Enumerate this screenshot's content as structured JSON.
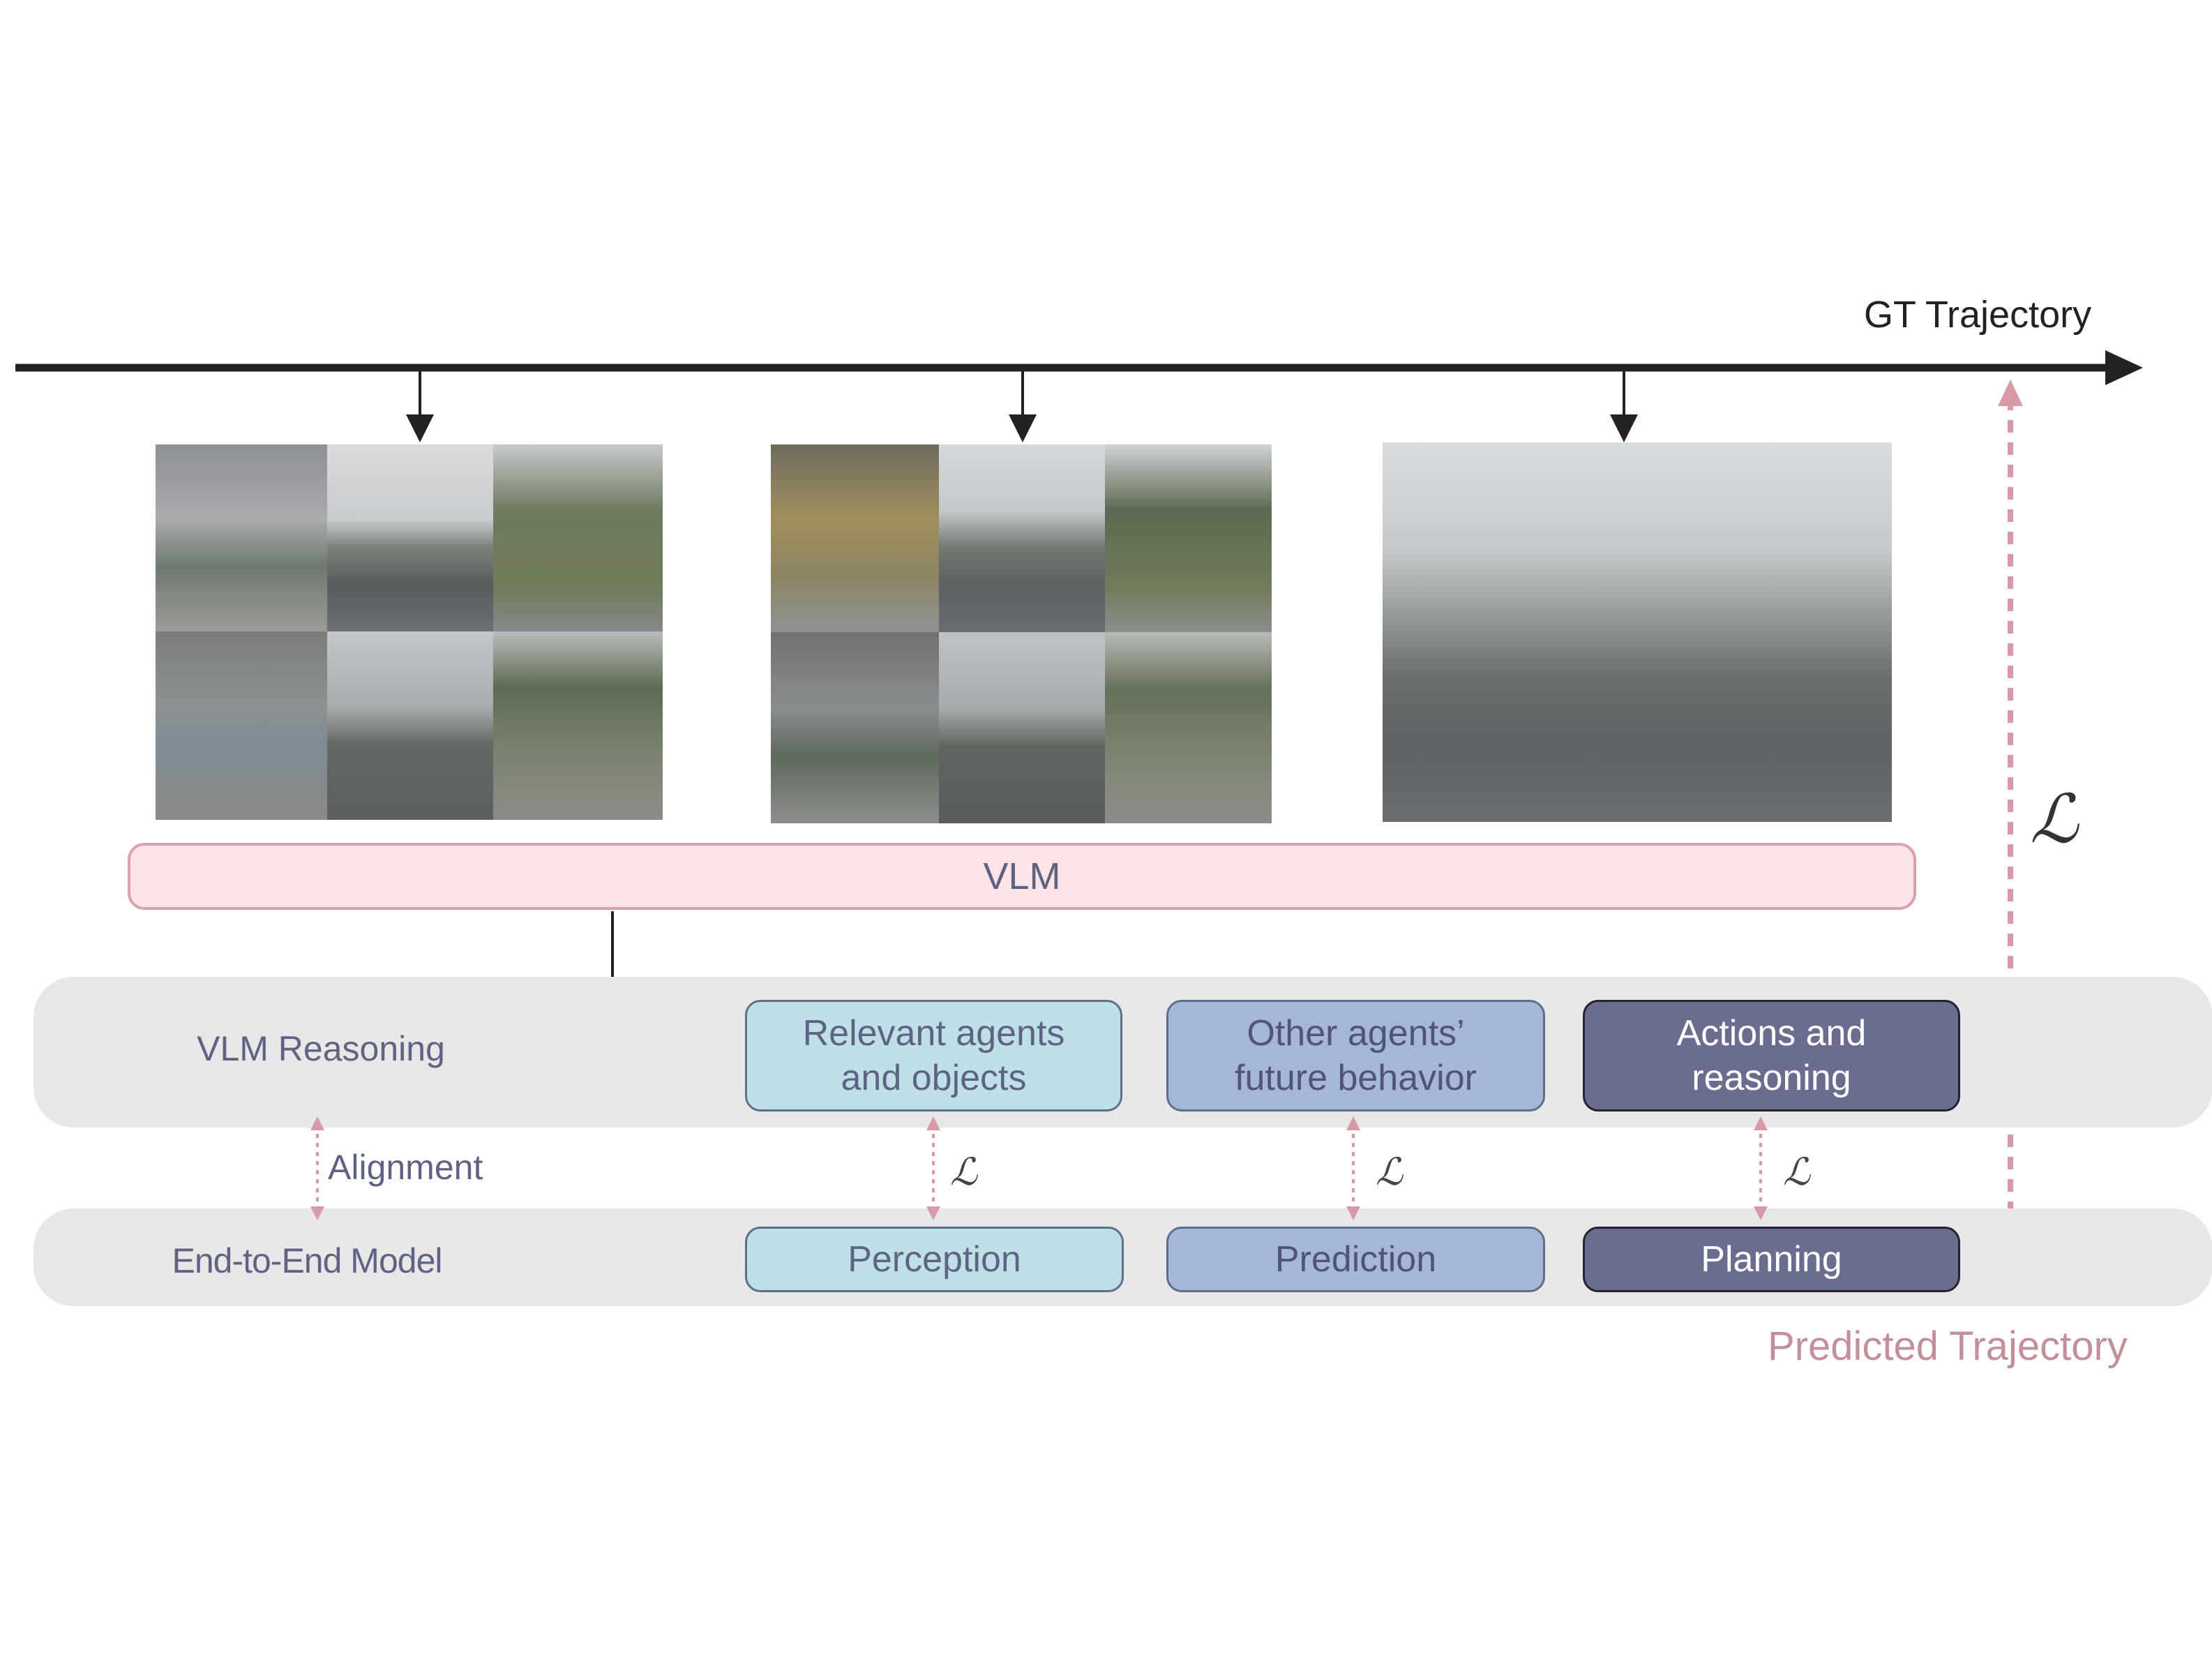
{
  "top_axis": {
    "label": "GT Trajectory"
  },
  "vlm": {
    "label": "VLM"
  },
  "bands": {
    "reasoning": {
      "label": "VLM Reasoning"
    },
    "e2e": {
      "label": "End-to-End Model"
    }
  },
  "alignment": {
    "label": "Alignment"
  },
  "reasoning_boxes": [
    {
      "label_line1": "Relevant agents",
      "label_line2": "and objects"
    },
    {
      "label_line1": "Other agents’",
      "label_line2": "future behavior"
    },
    {
      "label_line1": "Actions and",
      "label_line2": "reasoning"
    }
  ],
  "e2e_boxes": [
    {
      "label": "Perception"
    },
    {
      "label": "Prediction"
    },
    {
      "label": "Planning"
    }
  ],
  "loss_symbol": "ℒ",
  "predicted": {
    "label": "Predicted Trajectory"
  },
  "colors": {
    "perception": "#bfdfe7",
    "prediction": "#a6b6d6",
    "planning": "#6b6d8f",
    "band": "#e7e7e7",
    "vlm_fill": "#fde4e6",
    "pink": "#d79aa6"
  }
}
